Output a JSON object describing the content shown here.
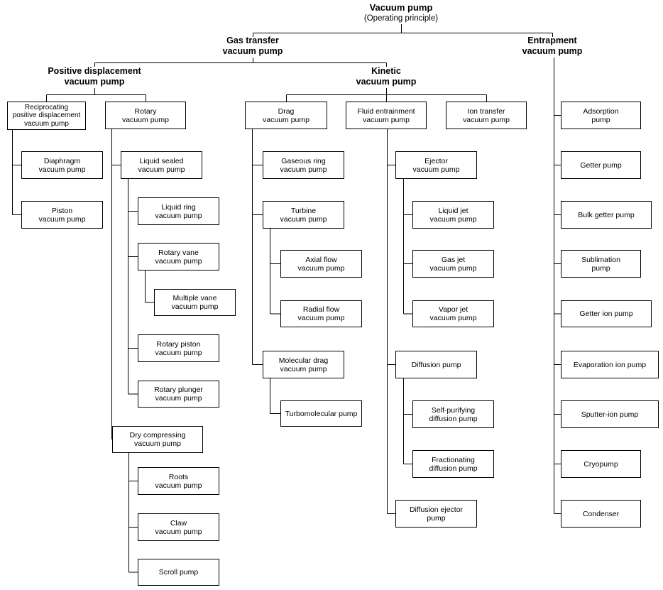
{
  "root": {
    "title": "Vacuum pump",
    "subtitle": "(Operating principle)"
  },
  "branches": {
    "gas_transfer": "Gas transfer\nvacuum pump",
    "entrapment": "Entrapment\nvacuum pump",
    "positive_displacement": "Positive displacement\nvacuum pump",
    "kinetic": "Kinetic\nvacuum pump"
  },
  "nodes": {
    "reciprocating": "Reciprocating\npositive displacement\nvacuum pump",
    "diaphragm": "Diaphragm\nvacuum pump",
    "piston": "Piston\nvacuum pump",
    "rotary": "Rotary\nvacuum pump",
    "liquid_sealed": "Liquid sealed\nvacuum pump",
    "liquid_ring": "Liquid ring\nvacuum pump",
    "rotary_vane": "Rotary vane\nvacuum pump",
    "multiple_vane": "Multiple vane\nvacuum pump",
    "rotary_piston": "Rotary piston\nvacuum pump",
    "rotary_plunger": "Rotary plunger\nvacuum pump",
    "dry_compressing": "Dry compressing\nvacuum pump",
    "roots": "Roots\nvacuum pump",
    "claw": "Claw\nvacuum pump",
    "scroll": "Scroll pump",
    "drag": "Drag\nvacuum pump",
    "gaseous_ring": "Gaseous ring\nvacuum pump",
    "turbine": "Turbine\nvacuum pump",
    "axial_flow": "Axial flow\nvacuum pump",
    "radial_flow": "Radial flow\nvacuum pump",
    "molecular_drag": "Molecular drag\nvacuum pump",
    "turbomolecular": "Turbomolecular pump",
    "fluid_entrainment": "Fluid entrainment\nvacuum pump",
    "ejector": "Ejector\nvacuum pump",
    "liquid_jet": "Liquid jet\nvacuum pump",
    "gas_jet": "Gas jet\nvacuum pump",
    "vapor_jet": "Vapor jet\nvacuum pump",
    "diffusion": "Diffusion pump",
    "self_purifying": "Self-purifying\ndiffusion pump",
    "fractionating": "Fractionating\ndiffusion pump",
    "diffusion_ejector": "Diffusion ejector\npump",
    "ion_transfer": "Ion transfer\nvacuum pump",
    "adsorption": "Adsorption\npump",
    "getter": "Getter pump",
    "bulk_getter": "Bulk getter pump",
    "sublimation": "Sublimation\npump",
    "getter_ion": "Getter ion pump",
    "evaporation_ion": "Evaporation ion pump",
    "sputter_ion": "Sputter-ion pump",
    "cryopump": "Cryopump",
    "condenser": "Condenser"
  },
  "colors": {
    "line": "#000000",
    "box_border": "#000000",
    "background": "#ffffff",
    "text": "#000000"
  }
}
